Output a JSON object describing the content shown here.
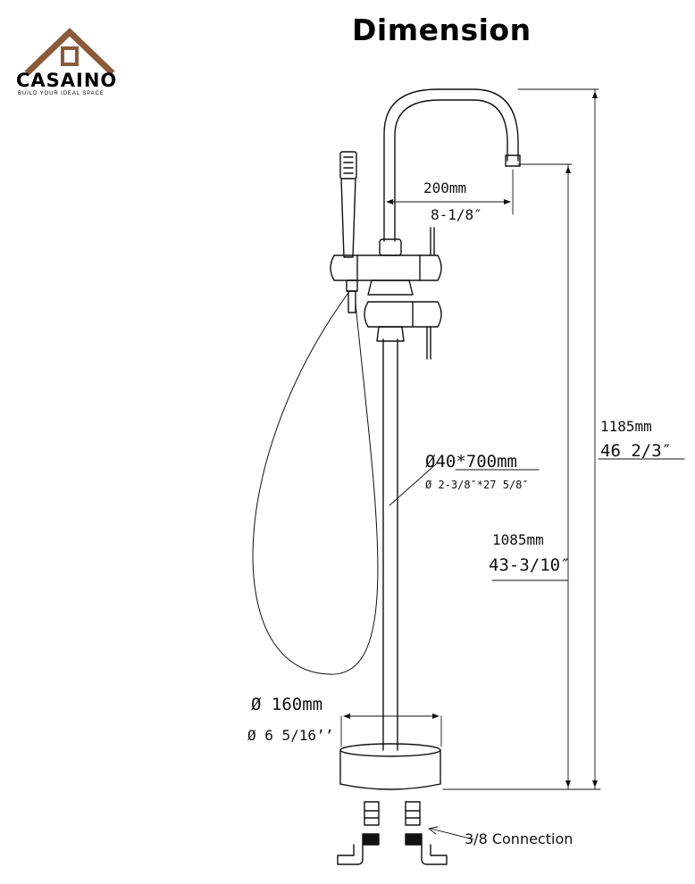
{
  "title": "Dimension",
  "brand": {
    "name": "CASAINO",
    "tagline": "BUILD YOUR IDEAL SPACE",
    "color": "#8a5a3b"
  },
  "dimensions": {
    "spout_reach_mm": "200mm",
    "spout_reach_in": "8-1/8″",
    "total_height_mm": "1185mm",
    "total_height_in": "46 2/3″",
    "pipe_mm": "Ø40*700mm",
    "pipe_in": "Ø 2-3/8″*27 5/8″",
    "spout_height_mm": "1085mm",
    "spout_height_in": "43-3/10″",
    "base_mm": "Ø 160mm",
    "base_in": "Ø 6 5/16’’",
    "connection": "3/8 Connection"
  },
  "colors": {
    "line": "#111111",
    "background": "#ffffff"
  }
}
